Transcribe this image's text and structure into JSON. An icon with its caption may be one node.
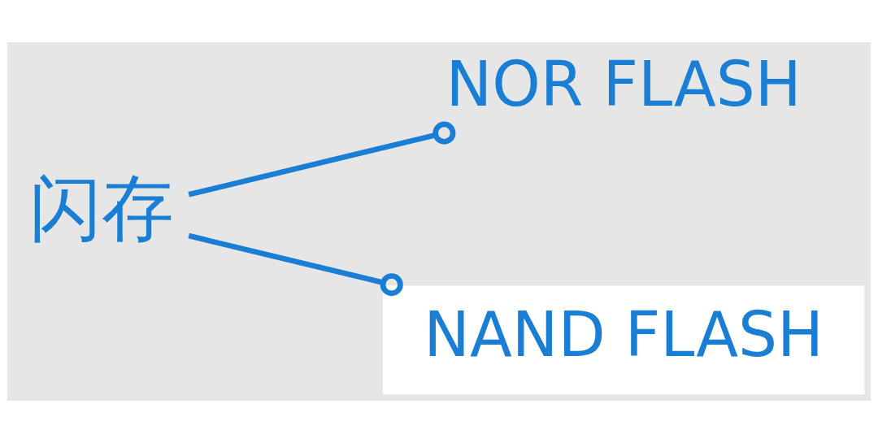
{
  "diagram": {
    "nodes": [
      {
        "text": [
          "闪存"
        ]
      },
      {
        "text": [
          "NOR FLASH"
        ]
      },
      {
        "text": [
          "NAND FLASH"
        ]
      }
    ],
    "edges": [
      {
        "from": 0,
        "to": 1,
        "arrow": "other"
      },
      {
        "from": 0,
        "to": 2,
        "arrow": "other"
      }
    ]
  }
}
